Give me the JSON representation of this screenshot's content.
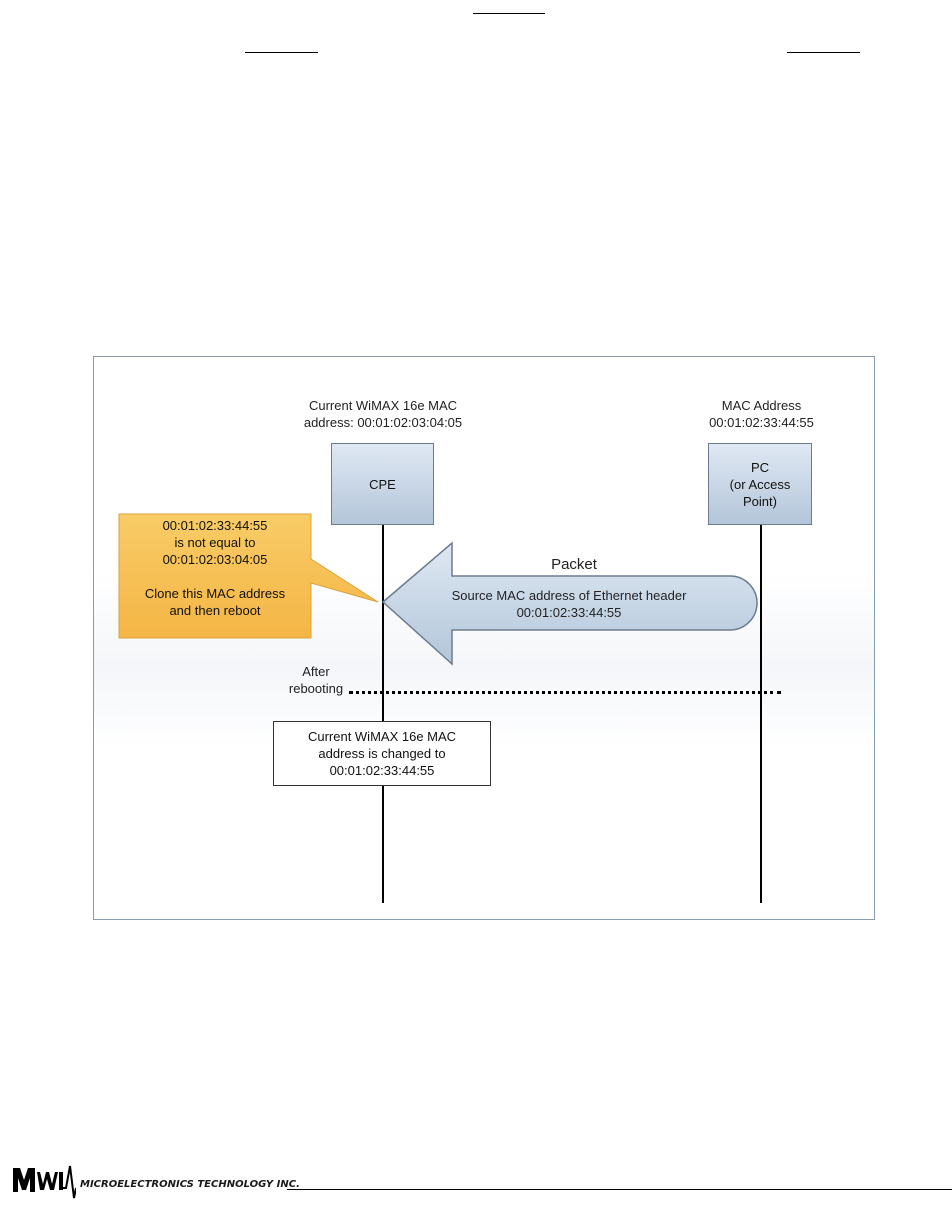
{
  "diagram": {
    "cpe": {
      "current_mac_label": "Current WiMAX 16e MAC\naddress: 00:01:02:03:04:05",
      "node_label": "CPE"
    },
    "pc": {
      "mac_label": "MAC Address\n00:01:02:33:44:55",
      "node_label": "PC\n(or Access\nPoint)"
    },
    "callout": "00:01:02:33:44:55\nis not equal to\n00:01:02:03:04:05\n\nClone this MAC address\nand then reboot",
    "packet": {
      "title": "Packet",
      "body": "Source MAC address of Ethernet header\n00:01:02:33:44:55"
    },
    "after_rebooting": "After\nrebooting",
    "result_box": "Current WiMAX 16e MAC\naddress is changed to\n00:01:02:33:44:55"
  },
  "footer": {
    "company": "MICROELECTRONICS TECHNOLOGY INC."
  },
  "colors": {
    "callout_fill": "#f7c35a",
    "node_fill": "#c3d3e6",
    "arrow_fill": "#c9d8e8"
  }
}
